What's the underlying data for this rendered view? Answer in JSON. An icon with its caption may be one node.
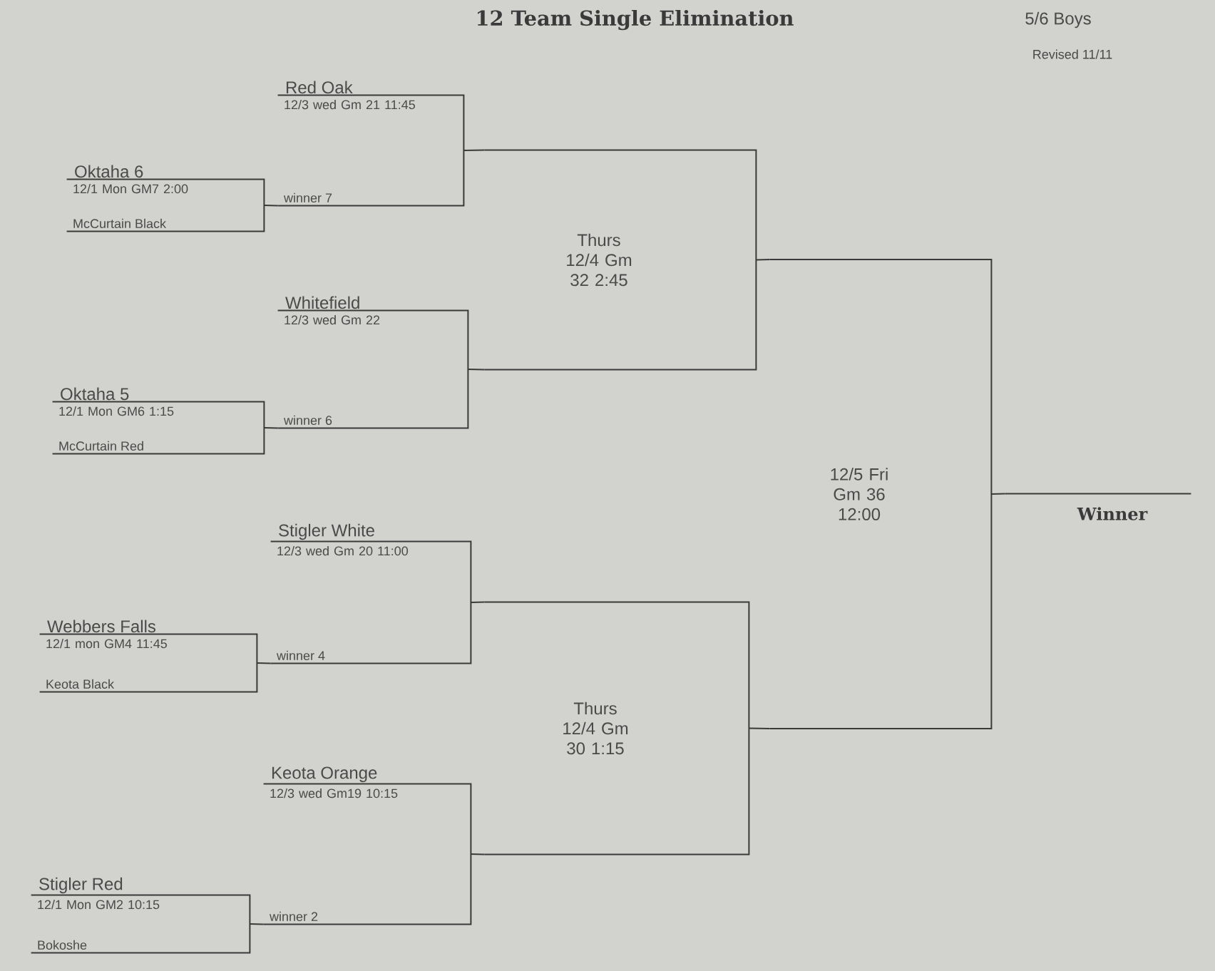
{
  "diagram": {
    "title": "12 Team Single Elimination",
    "nodes": [
      {
        "text": [
          "Red Oak",
          "12/3 wed Gm 21 11:45",
          "winner 7"
        ]
      },
      {
        "text": [
          "Oktaha 6",
          "12/1 Mon GM7 2:00",
          "McCurtain Black"
        ]
      },
      {
        "text": [
          "Thurs 12/4 Gm 32 2:45"
        ]
      },
      {
        "text": [
          "Whitefield",
          "12/3 wed Gm 22",
          "winner 6"
        ]
      },
      {
        "text": [
          "Oktaha 5",
          "12/1 Mon GM6 1:15",
          "McCurtain Red"
        ]
      },
      {
        "text": [
          "12/5 Fri Gm 36 12:00"
        ]
      },
      {
        "text": [
          "Winner"
        ]
      },
      {
        "text": [
          "Stigler White",
          "12/3 wed Gm 20 11:00",
          "winner 4"
        ]
      },
      {
        "text": [
          "Webbers Falls",
          "12/1 mon GM4 11:45",
          "Keota Black"
        ]
      },
      {
        "text": [
          "Thurs 12/4 Gm 30 1:15"
        ]
      },
      {
        "text": [
          "Keota Orange",
          "12/3 wed Gm19 10:15",
          "winner 2"
        ]
      },
      {
        "text": [
          "Stigler Red",
          "12/1 Mon GM2 10:15",
          "Bokoshe"
        ]
      }
    ],
    "edges": [
      {
        "from": 1,
        "to": 0,
        "arrow": "none"
      },
      {
        "from": 4,
        "to": 3,
        "arrow": "none"
      },
      {
        "from": 8,
        "to": 7,
        "arrow": "none"
      },
      {
        "from": 11,
        "to": 10,
        "arrow": "none"
      },
      {
        "from": 0,
        "to": 2,
        "arrow": "none"
      },
      {
        "from": 3,
        "to": 2,
        "arrow": "none"
      },
      {
        "from": 7,
        "to": 9,
        "arrow": "none"
      },
      {
        "from": 10,
        "to": 9,
        "arrow": "none"
      },
      {
        "from": 2,
        "to": 5,
        "arrow": "none"
      },
      {
        "from": 9,
        "to": 5,
        "arrow": "none"
      },
      {
        "from": 5,
        "to": 6,
        "arrow": "none"
      }
    ],
    "labels": [
      "5/6 Boys",
      "Revised 11/11"
    ]
  }
}
